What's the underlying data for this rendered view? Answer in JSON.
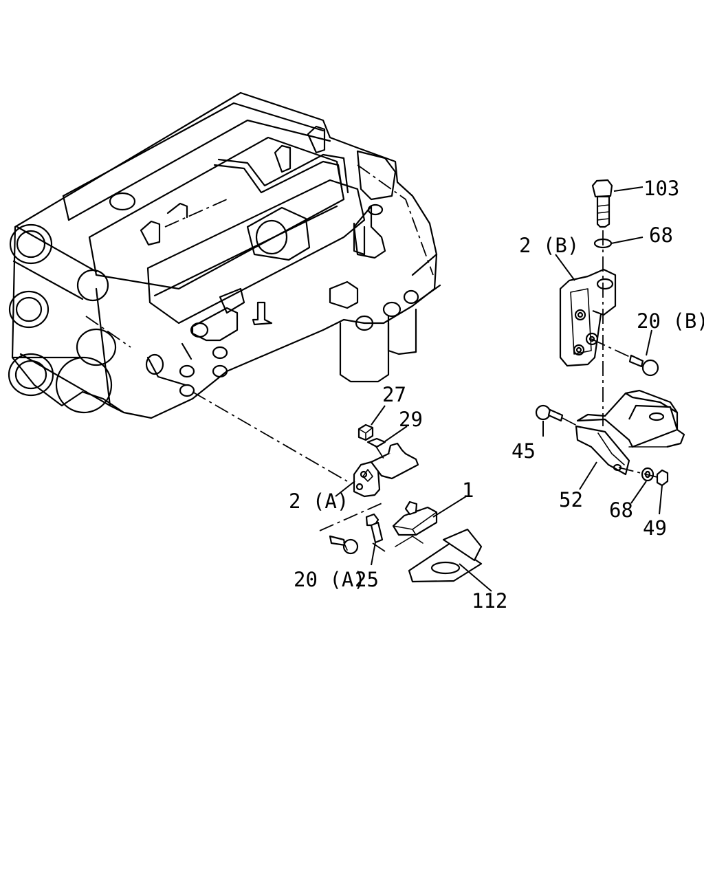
{
  "callouts": {
    "c103": "103",
    "c68_top": "68",
    "c2b": "2 (B)",
    "c20b": "20 (B)",
    "c27": "27",
    "c29": "29",
    "c45": "45",
    "c2a": "2 (A)",
    "c1": "1",
    "c52": "52",
    "c68_bot": "68",
    "c49": "49",
    "c20a": "20 (A)",
    "c25": "25",
    "c112": "112"
  }
}
